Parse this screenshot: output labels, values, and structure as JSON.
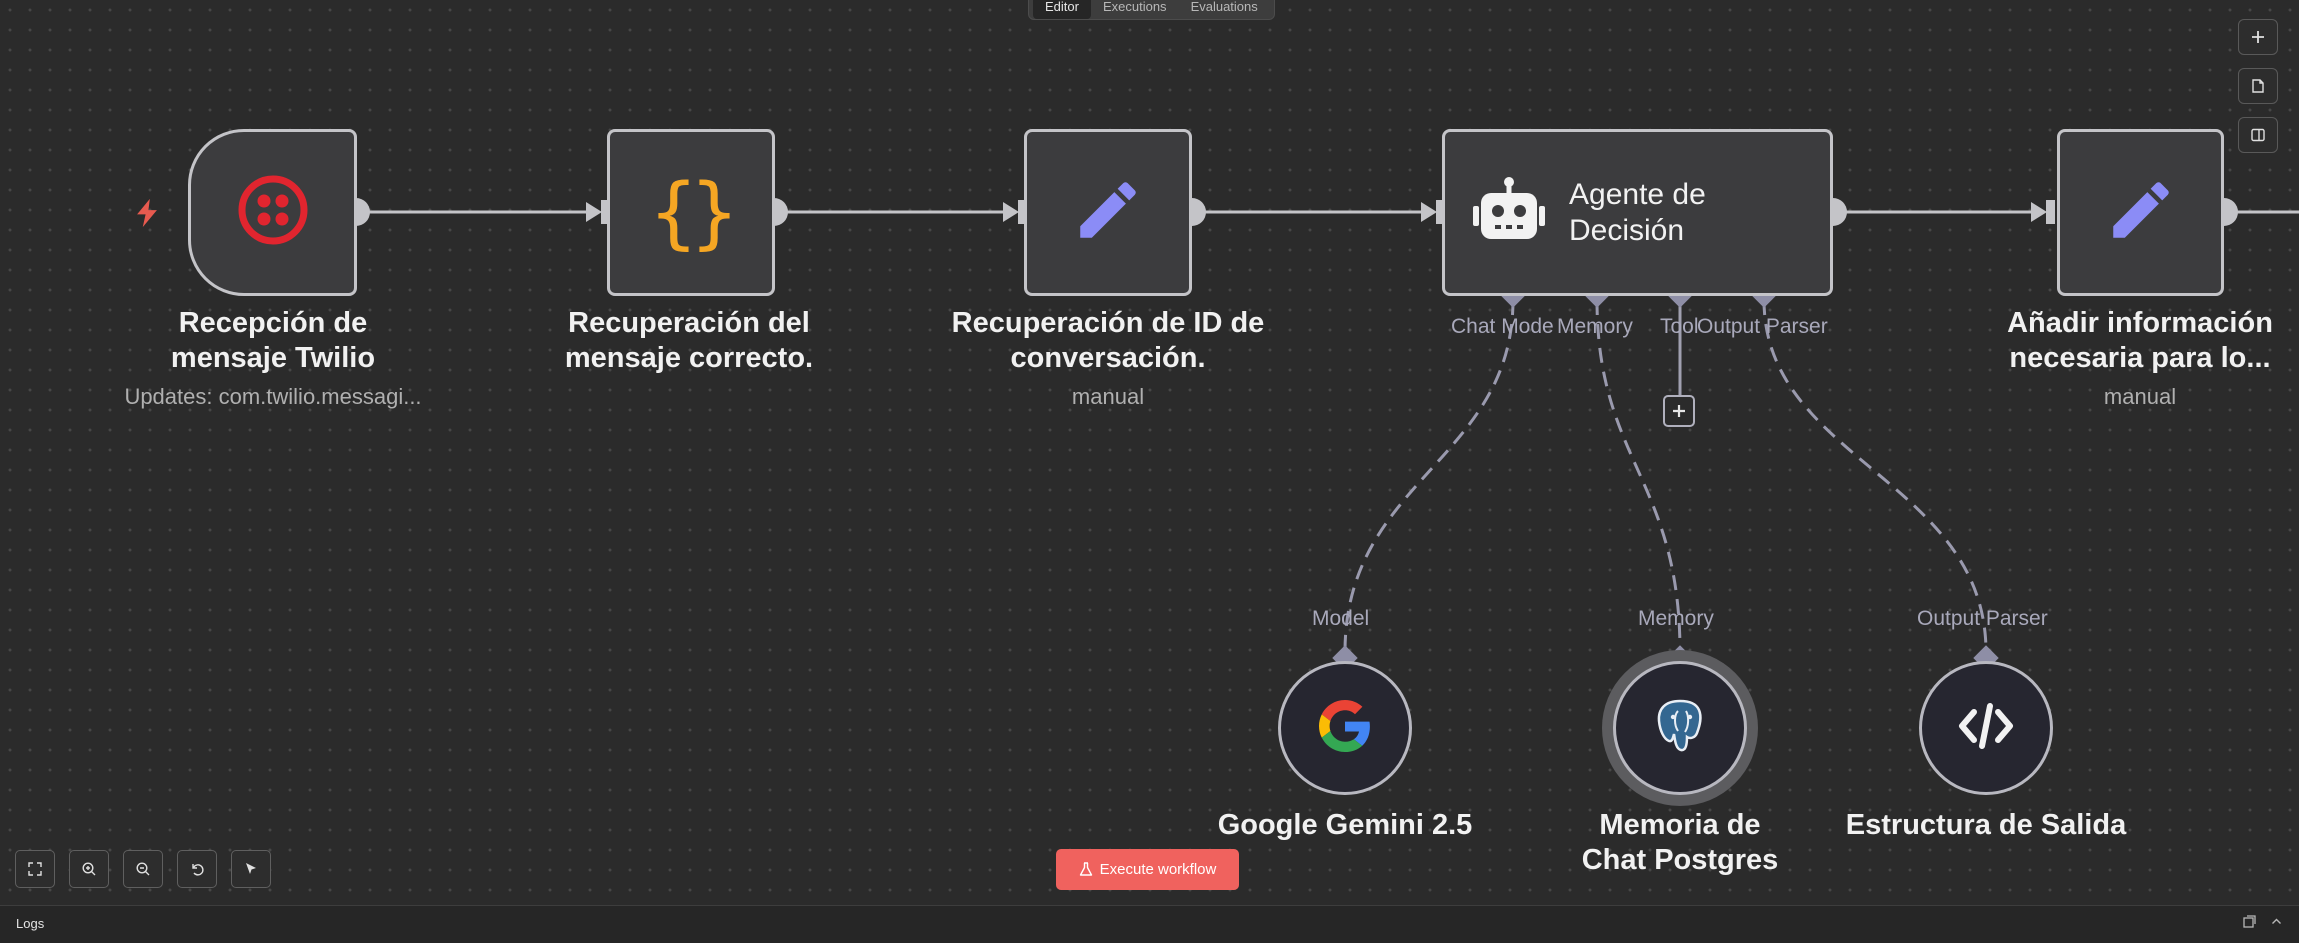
{
  "tabs": [
    "Editor",
    "Executions",
    "Evaluations"
  ],
  "nodes": {
    "twilio": {
      "title": "Recepción de mensaje Twilio",
      "subtitle": "Updates: com.twilio.messagi..."
    },
    "code": {
      "title": "Recuperación del mensaje correcto."
    },
    "id": {
      "title": "Recuperación de ID de conversación.",
      "subtitle": "manual"
    },
    "agent": {
      "title": "Agente de Decisión",
      "ports": [
        "Chat Model",
        "Memory",
        "Tool",
        "Output Parser"
      ]
    },
    "add": {
      "title": "Añadir información necesaria para lo...",
      "subtitle": "manual"
    }
  },
  "subnodes": {
    "gemini": {
      "title": "Google Gemini 2.5",
      "port": "Model"
    },
    "memory": {
      "title": "Memoria de Chat Postgres",
      "port": "Memory"
    },
    "parser": {
      "title": "Estructura de Salida",
      "port": "Output Parser"
    }
  },
  "execute_button": "Execute workflow",
  "logs": {
    "title": "Logs"
  },
  "colors": {
    "canvas_bg": "#2b2b2b",
    "node_bg": "#3c3c3e",
    "node_border": "#c4c4c8",
    "twilio_red": "#e1252f",
    "code_orange": "#f5a623",
    "pencil_purple": "#8b8cf6",
    "execute_red": "#f0625e",
    "port_gray": "#8e8ea6"
  },
  "icons": {
    "twilio": "twilio-icon",
    "code": "braces-icon",
    "edit": "pencil-icon",
    "agent": "robot-icon",
    "gemini": "google-icon",
    "memory": "postgres-icon",
    "parser": "code-brackets-icon"
  }
}
